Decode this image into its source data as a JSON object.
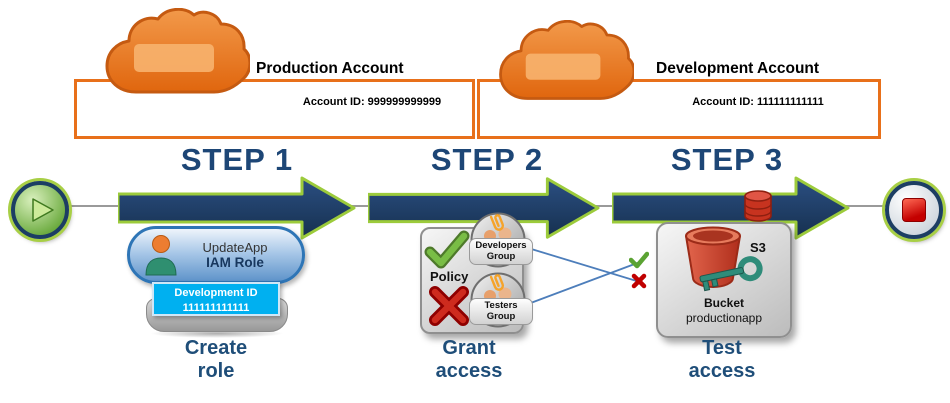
{
  "accounts": {
    "production": {
      "title": "Production Account",
      "account_id": "Account ID: 999999999999"
    },
    "development": {
      "title": "Development Account",
      "account_id": "Account ID: 111111111111"
    }
  },
  "flow": {
    "steps": [
      {
        "label": "STEP 1",
        "caption": [
          "Create",
          "role"
        ]
      },
      {
        "label": "STEP 2",
        "caption": [
          "Grant",
          "access"
        ]
      },
      {
        "label": "STEP 3",
        "caption": [
          "Test",
          "access"
        ]
      }
    ]
  },
  "step1": {
    "role_name": "UpdateApp",
    "role_type": "IAM Role",
    "dev_id_label": "Development ID",
    "dev_id_value": "111111111111"
  },
  "step2": {
    "policy_label": "Policy",
    "groups": [
      {
        "line1": "Developers",
        "line2": "Group"
      },
      {
        "line1": "Testers",
        "line2": "Group"
      }
    ]
  },
  "step3": {
    "s3_label": "S3",
    "bucket_label": "Bucket",
    "bucket_name": "productionapp"
  },
  "icons": {
    "cloud": "cloud-icon",
    "play": "play-icon",
    "stop": "stop-icon",
    "user": "user-icon",
    "check": "check-icon",
    "cross": "x-icon",
    "group": "group-icon",
    "paperclip": "paperclip-icon",
    "bucket": "bucket-icon",
    "key": "key-icon",
    "s3": "s3-icon"
  },
  "colors": {
    "accent_orange": "#E8701A",
    "arrow_navy": "#1F3F68",
    "arrow_outline_green": "#9CCB3B",
    "step_text_navy": "#1D4676",
    "caption_navy": "#1F4E79",
    "highlight_cyan": "#00B0F0",
    "status_green": "#6FAE3E",
    "status_red": "#C00000"
  }
}
